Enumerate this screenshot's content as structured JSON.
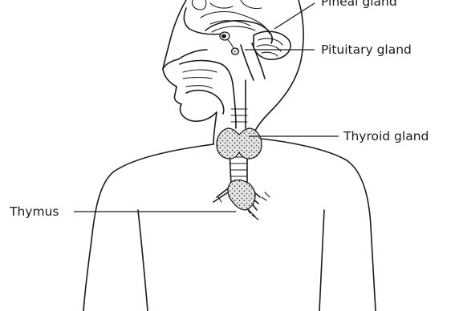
{
  "diagram": {
    "labels": {
      "pineal": "Pineal gland",
      "pituitary": "Pituitary gland",
      "thyroid": "Thyroid gland",
      "thymus": "Thymus"
    },
    "colors": {
      "ink": "#1b1b1b",
      "gland_fill": "#d8d8d8",
      "background": "#ffffff"
    }
  }
}
